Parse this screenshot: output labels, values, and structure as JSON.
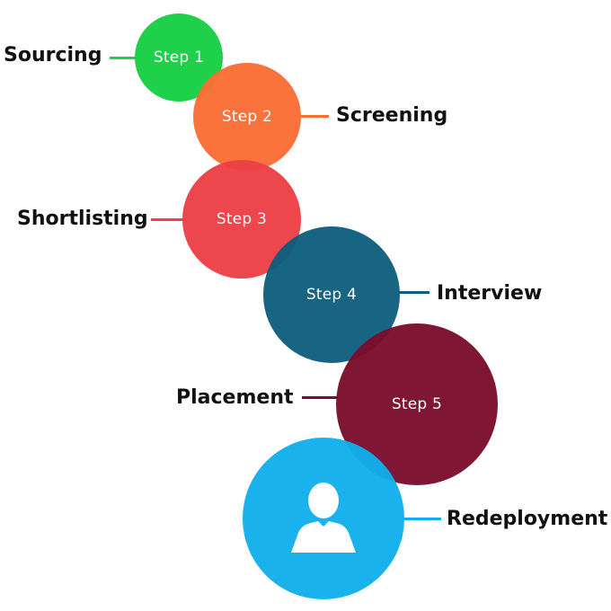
{
  "steps": [
    {
      "circle_text": "Step 1",
      "label": "Sourcing",
      "color": "#1fd14a"
    },
    {
      "circle_text": "Step 2",
      "label": "Screening",
      "color": "#fb6e35"
    },
    {
      "circle_text": "Step 3",
      "label": "Shortlisting",
      "color": "#ee3f46"
    },
    {
      "circle_text": "Step 4",
      "label": "Interview",
      "color": "#0e5e7e"
    },
    {
      "circle_text": "Step 5",
      "label": "Placement",
      "color": "#7a0d2c"
    },
    {
      "circle_text": "",
      "label": "Redeployment",
      "color": "#10afec",
      "icon": "person-icon"
    }
  ]
}
